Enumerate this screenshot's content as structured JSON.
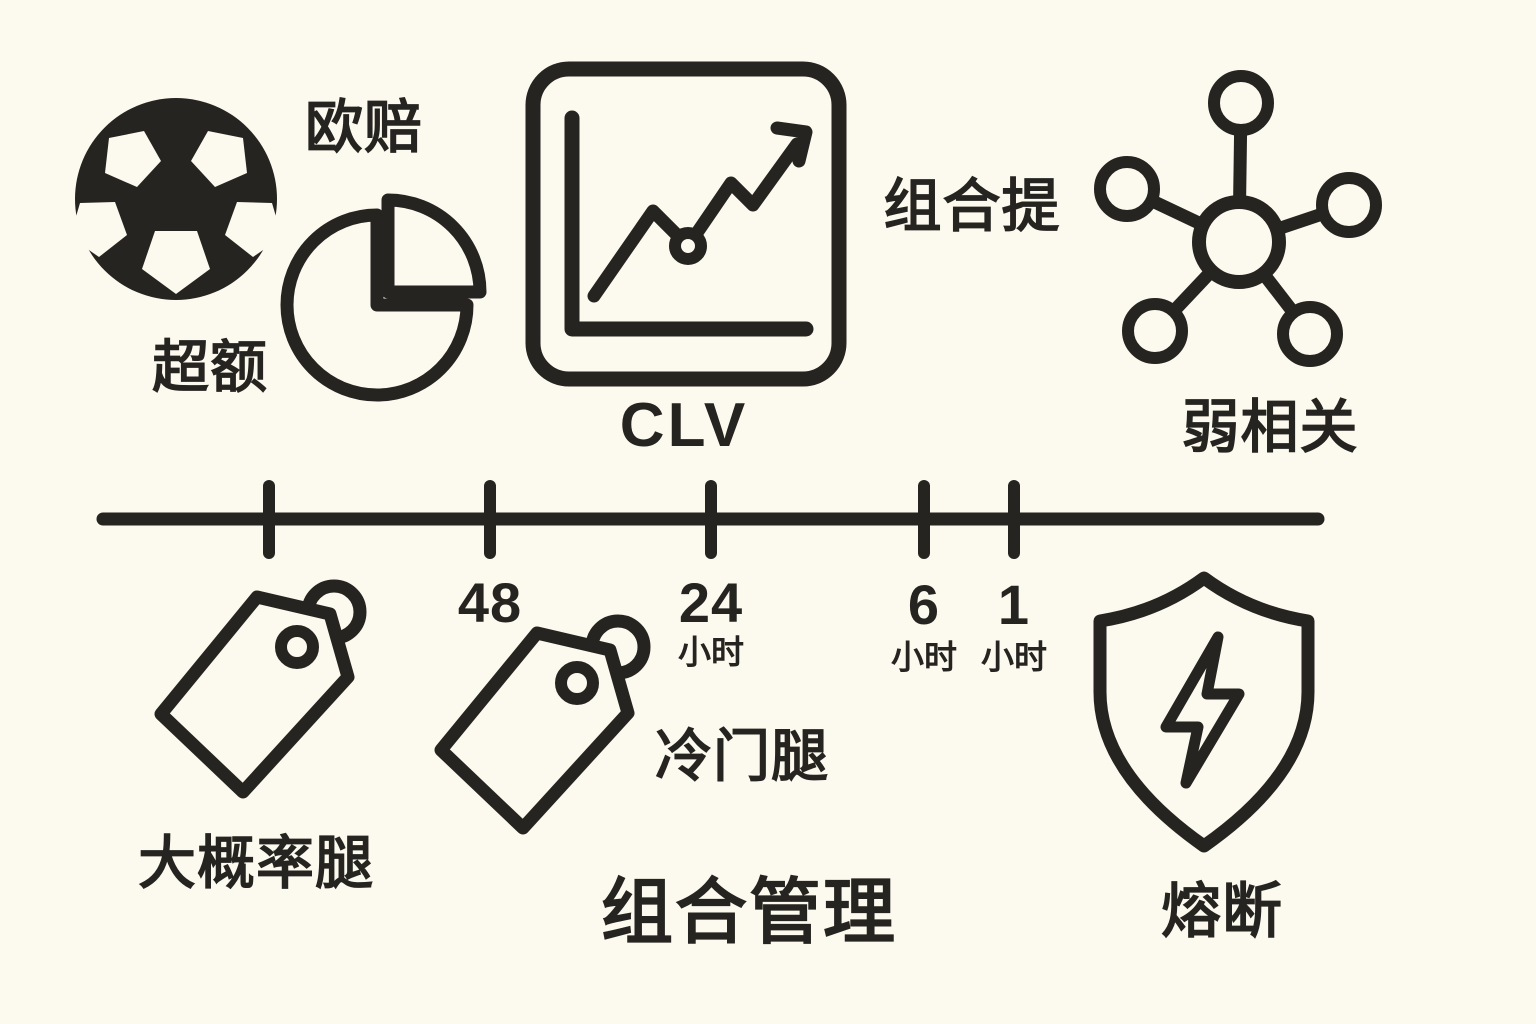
{
  "palette": {
    "background": "#fcf9ee",
    "ink": "#262420"
  },
  "header": {
    "odds_label": "欧赔",
    "excess_label": "超额",
    "clv_label": "CLV",
    "portfolio_boost_label": "组合提",
    "weak_correlation_label": "弱相关"
  },
  "timeline": {
    "markers": [
      {
        "value": "48"
      },
      {
        "value": "24",
        "unit": "小时"
      },
      {
        "value": "6",
        "unit": "小时"
      },
      {
        "value": "1",
        "unit": "小时"
      }
    ]
  },
  "legs": {
    "high_probability_label": "大概率腿",
    "underdog_label": "冷门腿"
  },
  "footer": {
    "portfolio_management_label": "组合管理",
    "circuit_breaker_label": "熔断"
  },
  "icons": [
    {
      "name": "soccer-ball-icon"
    },
    {
      "name": "pie-chart-icon"
    },
    {
      "name": "line-chart-icon"
    },
    {
      "name": "network-icon"
    },
    {
      "name": "tag-icon-high-prob"
    },
    {
      "name": "tag-icon-underdog"
    },
    {
      "name": "shield-lightning-icon"
    }
  ]
}
